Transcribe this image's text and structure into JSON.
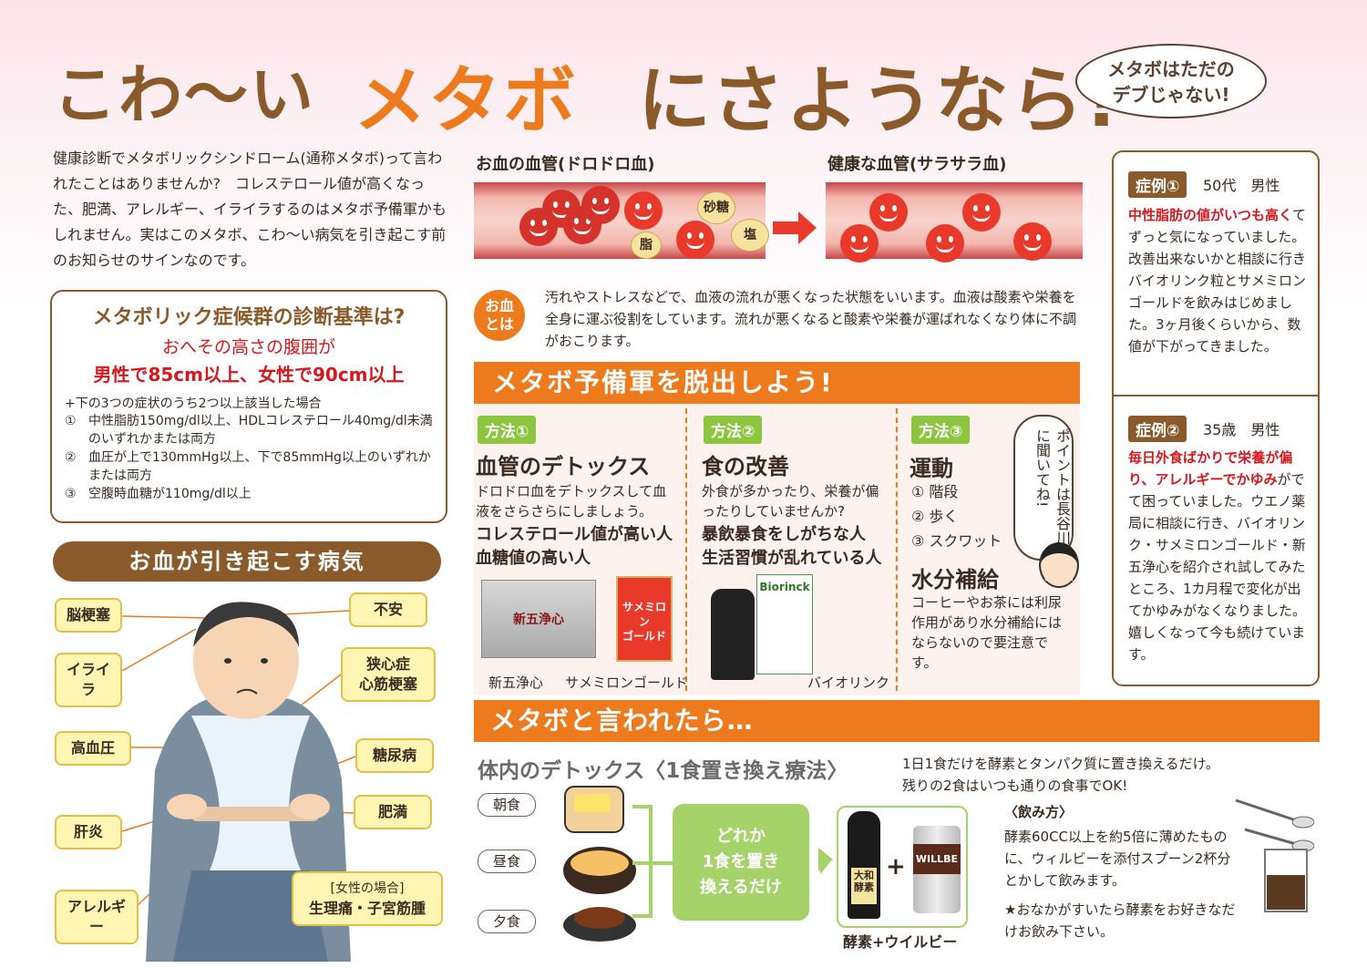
{
  "header": {
    "title_a": "こわ〜い",
    "title_b": "メタボ",
    "title_c": "にさようなら!",
    "bubble_line1": "メタボはただの",
    "bubble_line2": "デブじゃない!"
  },
  "intro": "健康診断でメタボリックシンドローム(通称メタボ)って言われたことはありませんか?　コレステロール値が高くなった、肥満、アレルギー、イライラするのはメタボ予備軍かもしれません。実はこのメタボ、こわ〜い病気を引き起こす前のお知らせのサインなのです。",
  "criteria": {
    "heading": "メタボリック症候群の診断基準は?",
    "line1": "おへその高さの腹囲が",
    "line2": "男性で85cm以上、女性で90cm以上",
    "plus": "+下の3つの症状のうち2つ以上該当した場合",
    "items": [
      {
        "num": "①",
        "text": "中性脂肪150mg/dl以上、HDLコレステロール40mg/dl未満のいずれかまたは両方"
      },
      {
        "num": "②",
        "text": "血圧が上で130mmHg以上、下で85mmHg以上のいずれかまたは両方"
      },
      {
        "num": "③",
        "text": "空腹時血糖が110mg/dl以上"
      }
    ]
  },
  "diseases": {
    "heading": "お血が引き起こす病気",
    "left": [
      "脳梗塞",
      "イライラ",
      "高血圧",
      "肝炎",
      "アレルギー"
    ],
    "right": [
      "不安",
      "狭心症",
      "心筋梗塞",
      "糖尿病",
      "肥満"
    ],
    "women_label": "[女性の場合]",
    "women_text": "生理痛・子宮筋腫"
  },
  "vessels": {
    "bad_title": "お血の血管(ドロドロ血)",
    "good_title": "健康な血管(サラサラ血)",
    "sugar": "砂糖",
    "salt": "塩",
    "fat": "脂"
  },
  "oketsu": {
    "badge_line1": "お血",
    "badge_line2": "とは",
    "text": "汚れやストレスなどで、血液の流れが悪くなった状態をいいます。血液は酸素や栄養を全身に運ぶ役割をしています。流れが悪くなると酸素や栄養が運ばれなくなり体に不調がおこります。"
  },
  "escape": {
    "heading": "メタボ予備軍を脱出しよう!",
    "method1": {
      "tag": "方法①",
      "title": "血管のデトックス",
      "text": "ドロドロ血をデトックスして血液をさらさらにしましょう。",
      "bold1": "コレステロール値が高い人",
      "bold2": "血糖値の高い人",
      "cap1": "新五浄心",
      "cap2": "サメミロンゴールド",
      "pkg1": "新五浄心",
      "pkg2a": "サメミロン",
      "pkg2b": "ゴールド"
    },
    "method2": {
      "tag": "方法②",
      "title": "食の改善",
      "text": "外食が多かったり、栄養が偏ったりしていませんか?",
      "bold1": "暴飲暴食をしがちな人",
      "bold2": "生活習慣が乱れている人",
      "cap": "バイオリンク",
      "pkg": "Biorinck"
    },
    "method3": {
      "tag": "方法③",
      "title": "運動",
      "items": [
        "① 階段",
        "② 歩く",
        "③ スクワット"
      ],
      "water_title": "水分補給",
      "water_text": "コーヒーやお茶には利尿作用があり水分補給にはならないので要注意です。",
      "balloon": "ポイントは長谷川に聞いてね!"
    }
  },
  "cases": [
    {
      "tag": "症例①",
      "meta": "50代　男性",
      "red": "中性脂肪の値がいつも高く",
      "text": "てずっと気になっていました。改善出来ないかと相談に行きバイオリンク粒とサメミロンゴールドを飲みはじめました。3ヶ月後くらいから、数値が下がってきました。"
    },
    {
      "tag": "症例②",
      "meta": "35歳　男性",
      "red": "毎日外食ばかりで栄養が偏り、アレルギーでかゆみ",
      "text": "がでて困っていました。ウエノ薬局に相談に行き、バイオリンク・サメミロンゴールド・新五浄心を紹介され試してみたところ、1カ月程で変化が出てかゆみがなくなりました。嬉しくなって今も続けています。"
    }
  ],
  "metabo": {
    "heading": "メタボと言われたら…",
    "detox_title": "体内のデトックス〈1食置き換え療法〉",
    "detox_line1": "1日1食だけを酵素とタンパク質に置き換えるだけ。",
    "detox_line2": "残りの2食はいつも通りの食事でOK!",
    "meals": [
      "朝食",
      "昼食",
      "夕食"
    ],
    "choose_line1": "どれか",
    "choose_line2": "1食を置き",
    "choose_line3": "換えるだけ",
    "plus": "+",
    "bottle_label": "大和酵素",
    "can_label": "WILLBE",
    "set_caption": "酵素+ウイルビー",
    "how_title": "〈飲み方〉",
    "how_text": "酵素60CC以上を約5倍に薄めたものに、ウィルビーを添付スプーン2杯分とかして飲みます。",
    "how_note": "★おなかがすいたら酵素をお好きなだけお飲み下さい。"
  },
  "colors": {
    "brown": "#8a5a2b",
    "orange": "#ee7a1e",
    "red": "#d6181e",
    "green": "#8cc63f"
  }
}
